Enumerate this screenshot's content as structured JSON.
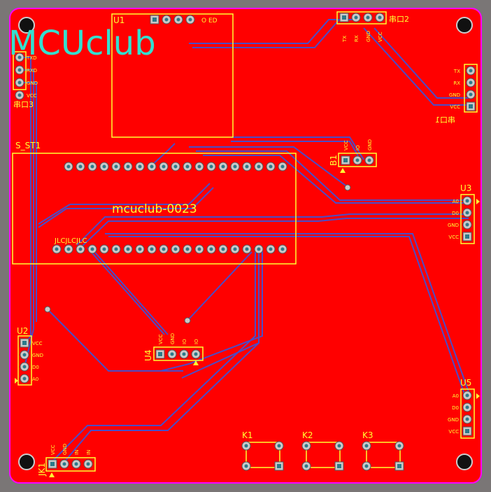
{
  "board": {
    "colors": {
      "background": "#7a7676",
      "board": "#ff0000",
      "outline": "#ff00ff",
      "silkscreen": "#ffff33",
      "trace": "#4a4dc8",
      "logo": "#33e0d0",
      "pad": "#c9c9c9"
    },
    "logo_text": "MCUclub",
    "project_text": "mcuclub-0023",
    "jlc_text": "JLCJLCJLC",
    "components": {
      "U1": {
        "ref": "U1",
        "pin_labels": [
          "",
          "",
          "",
          ""
        ],
        "side_label": "O  ED"
      },
      "serial2": {
        "ref": "串口2",
        "pins": [
          "TX",
          "RX",
          "GND",
          "VCC"
        ]
      },
      "serial3": {
        "ref": "串口3",
        "pins": [
          "TXD",
          "RXD",
          "GND",
          "VCC"
        ]
      },
      "serial1": {
        "ref": "串口1",
        "pins": [
          "TX",
          "RX",
          "GND",
          "VCC"
        ]
      },
      "s_st1": {
        "ref": "S_ST1",
        "top_pins": 19,
        "bottom_pins": 20
      },
      "B1": {
        "ref": "B1",
        "pins": [
          "VCC",
          "IO",
          "GND"
        ]
      },
      "U3": {
        "ref": "U3",
        "pins": [
          "A0",
          "D0",
          "GND",
          "VCC"
        ]
      },
      "U2": {
        "ref": "U2",
        "pins": [
          "VCC",
          "GND",
          "D0",
          "A0"
        ]
      },
      "U4": {
        "ref": "U4",
        "pins": [
          "VCC",
          "GND",
          "IO",
          "IO"
        ]
      },
      "U5": {
        "ref": "U5",
        "pins": [
          "A0",
          "D0",
          "GND",
          "VCC"
        ]
      },
      "JK1": {
        "ref": "JK1",
        "pins": [
          "VCC",
          "GND",
          "IN",
          "IN"
        ]
      },
      "K1": {
        "ref": "K1"
      },
      "K2": {
        "ref": "K2"
      },
      "K3": {
        "ref": "K3"
      }
    }
  }
}
